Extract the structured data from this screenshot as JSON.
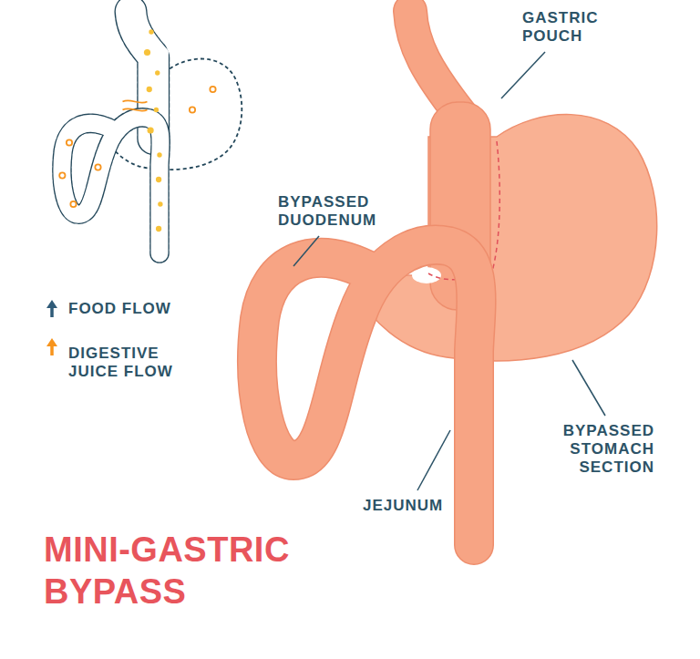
{
  "diagram": {
    "title": "MINI-GASTRIC BYPASS",
    "labels": [
      "GASTRIC POUCH",
      "BYPASSED DUODENUM",
      "BYPASSED STOMACH SECTION",
      "JEJUNUM"
    ],
    "legend": [
      {
        "text": "FOOD FLOW"
      },
      {
        "text": "DIGESTIVE JUICE FLOW"
      }
    ]
  }
}
